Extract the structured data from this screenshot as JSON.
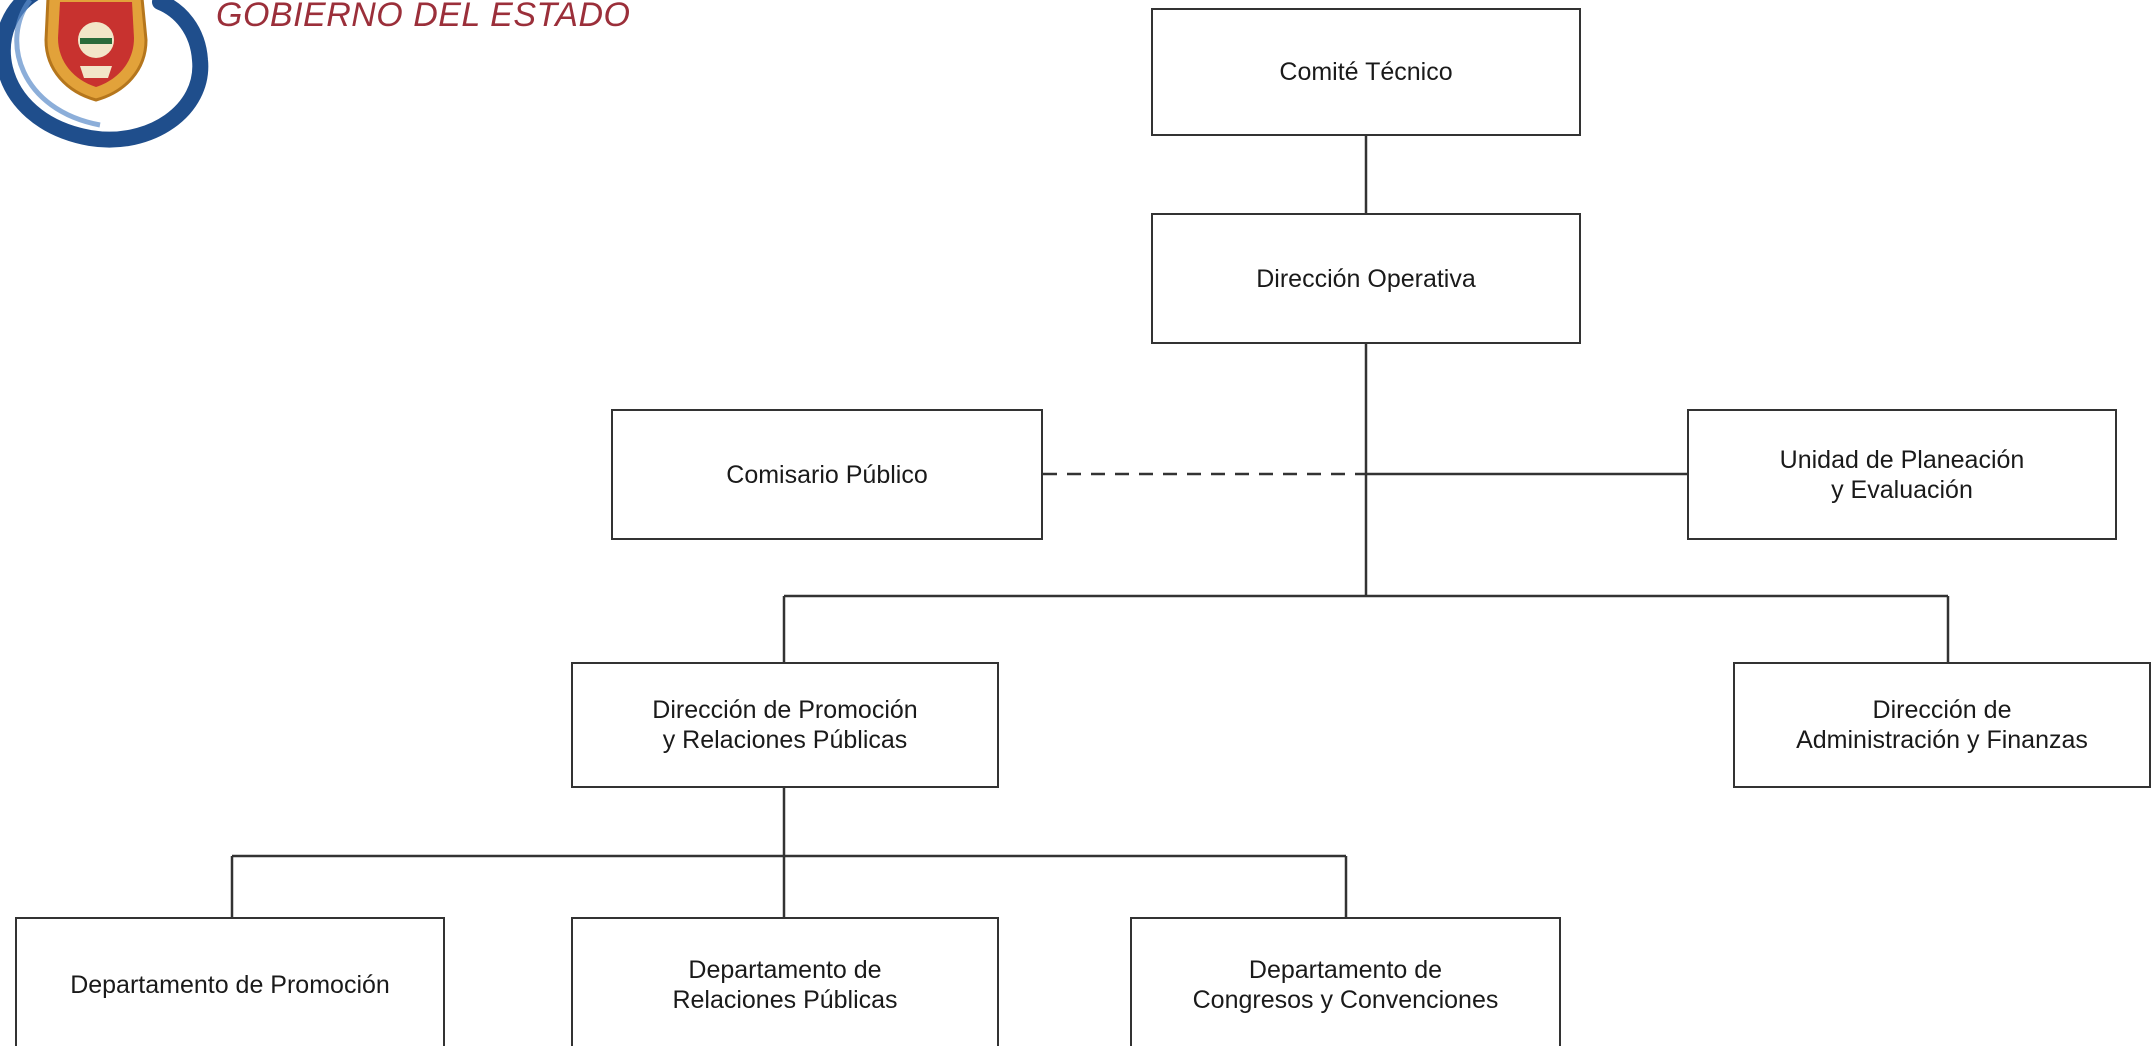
{
  "header": {
    "title": "GOBIERNO DEL ESTADO"
  },
  "org_chart": {
    "nodes": {
      "comite_tecnico": "Comité Técnico",
      "direccion_operativa": "Dirección Operativa",
      "comisario_publico": "Comisario Público",
      "unidad_planeacion": "Unidad de Planeación\ny Evaluación",
      "direccion_promocion": "Dirección de Promoción\ny Relaciones Públicas",
      "direccion_administracion": "Dirección de\nAdministración y Finanzas",
      "depto_promocion": "Departamento de Promoción",
      "depto_relaciones": "Departamento de\nRelaciones Públicas",
      "depto_congresos": "Departamento de\nCongresos y Convenciones"
    }
  },
  "colors": {
    "header_text": "#9b2f3a",
    "lines": "#333333",
    "logo_ring": "#1f4e8c"
  },
  "icons": {
    "logo": "state-coat-of-arms"
  }
}
